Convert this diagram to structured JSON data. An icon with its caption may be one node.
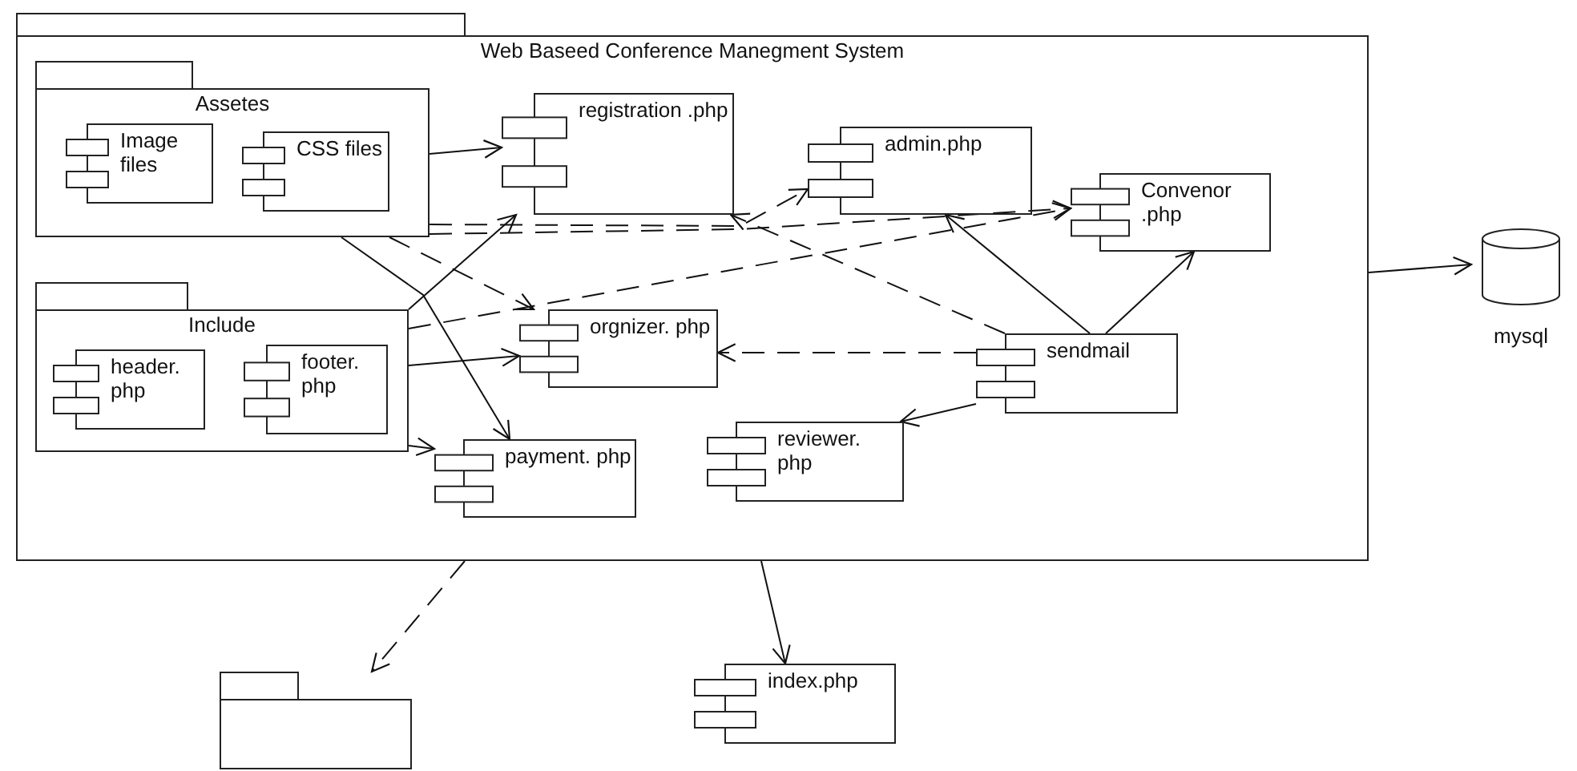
{
  "diagram": {
    "nodes": [
      {
        "text": [
          "Web Baseed Conference Manegment System"
        ]
      },
      {
        "text": [
          "Assetes"
        ],
        "in": 0
      },
      {
        "text": [
          "Image files"
        ],
        "in": 1
      },
      {
        "text": [
          "CSS files"
        ],
        "in": 1
      },
      {
        "text": [
          "registration .php"
        ],
        "in": 0
      },
      {
        "text": [
          "admin.php"
        ],
        "in": 0
      },
      {
        "text": [
          "Convenor .php"
        ],
        "in": 0
      },
      {
        "text": [
          "Include"
        ],
        "in": 0
      },
      {
        "text": [
          "header. php"
        ],
        "in": 7
      },
      {
        "text": [
          "footer. php"
        ],
        "in": 7
      },
      {
        "text": [
          "orgnizer. php"
        ],
        "in": 0
      },
      {
        "text": [
          "sendmail"
        ],
        "in": 0
      },
      {
        "text": [
          "payment. php"
        ],
        "in": 0
      },
      {
        "text": [
          "reviewer. php"
        ],
        "in": 0
      },
      {
        "text": [
          "mysql"
        ]
      },
      {
        "text": [],
        "shape": "box"
      },
      {
        "text": [
          "index.php"
        ]
      }
    ],
    "edges": [
      {
        "from": 1,
        "to": 4,
        "arrow": "to"
      },
      {
        "from": 1,
        "to": 5,
        "arrow": "to",
        "style": "dashed"
      },
      {
        "from": 1,
        "to": 6,
        "arrow": "to",
        "style": "dashed"
      },
      {
        "from": 1,
        "to": 10,
        "arrow": "to",
        "style": "dashed"
      },
      {
        "from": 1,
        "to": 12,
        "arrow": "to"
      },
      {
        "from": 7,
        "to": 4,
        "arrow": "to"
      },
      {
        "from": 7,
        "to": 6,
        "arrow": "to",
        "style": "dashed"
      },
      {
        "from": 7,
        "to": 10,
        "arrow": "to"
      },
      {
        "from": 7,
        "to": 12,
        "arrow": "to"
      },
      {
        "from": 11,
        "to": 10,
        "arrow": "to",
        "style": "dashed"
      },
      {
        "from": 11,
        "to": 13,
        "arrow": "to"
      },
      {
        "from": 11,
        "to": 5,
        "arrow": "to"
      },
      {
        "from": 11,
        "to": 6,
        "arrow": "to"
      },
      {
        "from": 11,
        "to": 4,
        "arrow": "to",
        "style": "dashed"
      },
      {
        "from": 0,
        "to": 14,
        "arrow": "to"
      },
      {
        "from": 0,
        "to": 15,
        "arrow": "to",
        "style": "dashed"
      },
      {
        "from": 0,
        "to": 16,
        "arrow": "to"
      }
    ]
  }
}
